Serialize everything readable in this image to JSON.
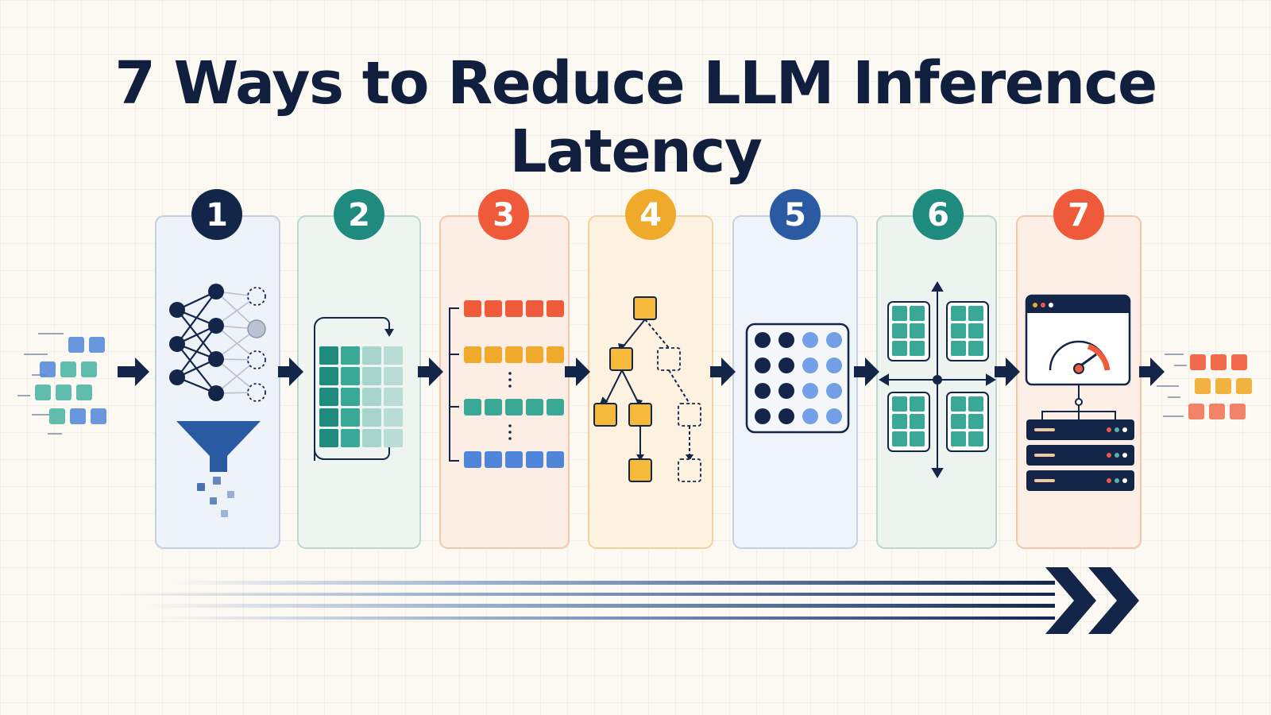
{
  "title": "7 Ways to Reduce LLM Inference Latency",
  "colors": {
    "navy": "#13264a",
    "teal": "#1f8a7e",
    "orange": "#ef5a3a",
    "amber": "#f0aa2b",
    "blue": "#2a5aa2",
    "green": "#1f8a7e",
    "coral": "#ef5a3a"
  },
  "steps": [
    {
      "number": "1",
      "color": "#13264a",
      "panel_fill": "#eef2f9",
      "panel_stroke": "#c3cfe3",
      "icon": "pruned-network-funnel-icon"
    },
    {
      "number": "2",
      "color": "#1f8a7e",
      "panel_fill": "#eef5f0",
      "panel_stroke": "#bcd8d0",
      "icon": "kv-cache-grid-icon"
    },
    {
      "number": "3",
      "color": "#ef5a3a",
      "panel_fill": "#fdeee5",
      "panel_stroke": "#f3c6ae",
      "icon": "batched-queues-icon"
    },
    {
      "number": "4",
      "color": "#f0aa2b",
      "panel_fill": "#fdf1df",
      "panel_stroke": "#f1d2a2",
      "icon": "speculative-tree-icon"
    },
    {
      "number": "5",
      "color": "#2a5aa2",
      "panel_fill": "#eff3fa",
      "panel_stroke": "#c5d2e6",
      "icon": "quantized-matrix-icon"
    },
    {
      "number": "6",
      "color": "#1f8a7e",
      "panel_fill": "#edf4ef",
      "panel_stroke": "#bcd7cf",
      "icon": "parallel-shards-icon"
    },
    {
      "number": "7",
      "color": "#ef5a3a",
      "panel_fill": "#fdeee6",
      "panel_stroke": "#f3c5ad",
      "icon": "server-speed-gauge-icon"
    }
  ]
}
